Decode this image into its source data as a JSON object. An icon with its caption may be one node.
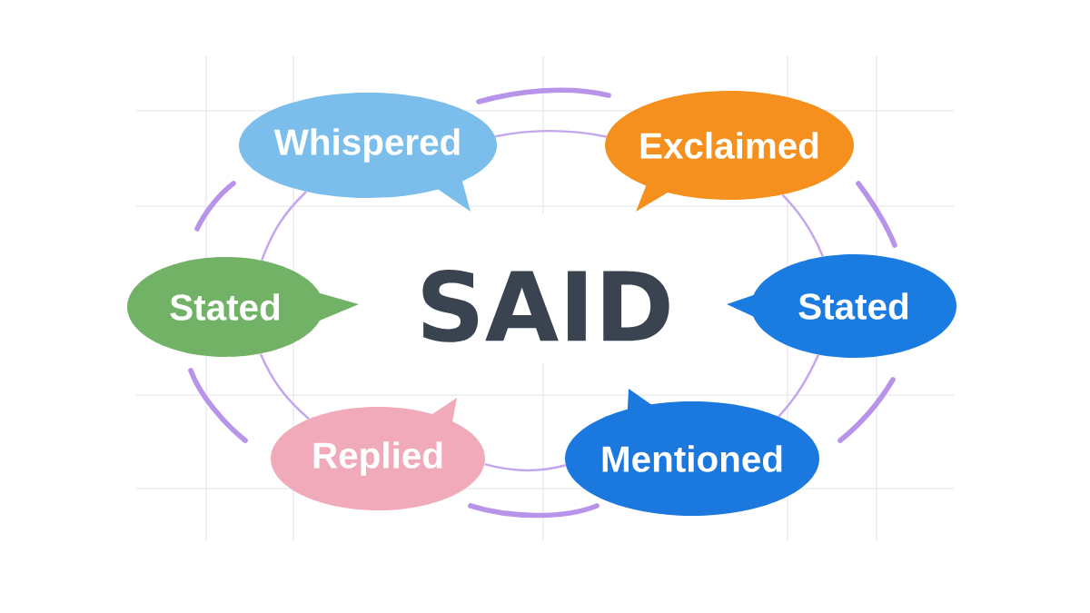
{
  "diagram": {
    "nodes": [
      {
        "text": [
          "Whispered"
        ]
      },
      {
        "text": [
          "Exclaimed"
        ]
      },
      {
        "text": [
          "Stated"
        ]
      },
      {
        "text": [
          "Stated"
        ]
      },
      {
        "text": [
          "Replied"
        ]
      },
      {
        "text": [
          "Mentioned"
        ]
      }
    ],
    "edges": [
      {
        "from": 0,
        "to": 1,
        "arrow": "none"
      },
      {
        "from": 1,
        "to": 3,
        "arrow": "none"
      },
      {
        "from": 3,
        "to": 5,
        "arrow": "none"
      },
      {
        "from": 5,
        "to": 4,
        "arrow": "none"
      },
      {
        "from": 4,
        "to": 2,
        "arrow": "none"
      },
      {
        "from": 2,
        "to": 0,
        "arrow": "none"
      }
    ],
    "labels": [
      "SAID"
    ]
  }
}
